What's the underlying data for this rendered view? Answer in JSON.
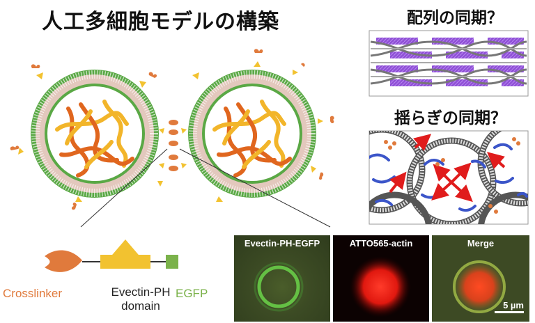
{
  "title": "人工多細胞モデルの構築",
  "right_panel": {
    "top_heading": "配列の同期？",
    "bottom_heading": "揺らぎの同期？"
  },
  "construct": {
    "crosslinker_label": "Crosslinker",
    "domain_label_line1": "Evectin-PH",
    "domain_label_line2": "domain",
    "egfp_label": "EGFP",
    "colors": {
      "crosslinker": "#e07a3c",
      "domain": "#f2c230",
      "egfp": "#7bb24b"
    }
  },
  "microscopy": [
    {
      "label": "Evectin-PH-EGFP"
    },
    {
      "label": "ATTO565-actin"
    },
    {
      "label": "Merge",
      "scale_bar": "5 µm"
    }
  ],
  "colors": {
    "membrane_green": "#5aa845",
    "membrane_pink": "#e3c8bd",
    "actin_orange": "#e0661e",
    "actin_yellow": "#f2b52a",
    "purple": "#8f4fd6",
    "blue": "#3b55c9",
    "red_arrow": "#e01c1c"
  }
}
